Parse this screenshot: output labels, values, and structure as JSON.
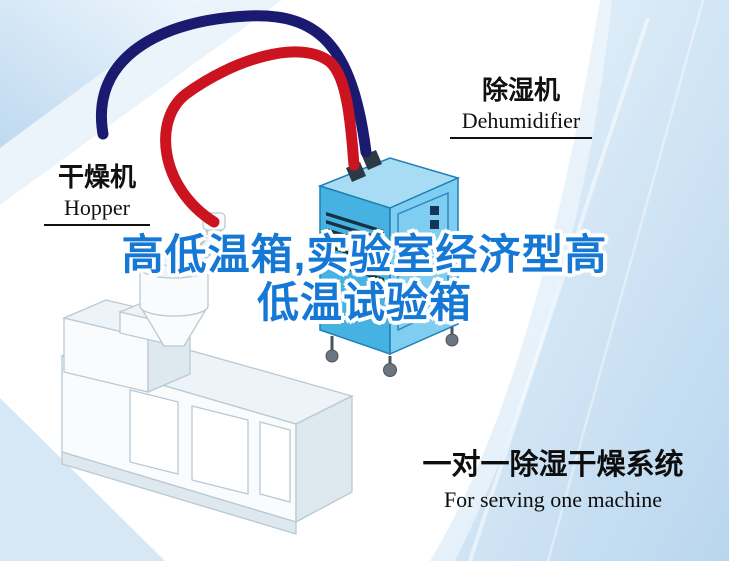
{
  "labels": {
    "hopper": {
      "cn": "干燥机",
      "en": "Hopper"
    },
    "dehumidifier": {
      "cn": "除湿机",
      "en": "Dehumidifier"
    }
  },
  "title": {
    "line1": "高低温箱,实验室经济型高",
    "line2": "低温试验箱"
  },
  "footer": {
    "cn": "一对一除湿干燥系统",
    "en": "For serving one machine"
  },
  "colors": {
    "title_blue": "#1678d5",
    "label_black": "#111111",
    "hose_red": "#cc1420",
    "hose_navy": "#1a1a70",
    "dehu_front": "#45b2e2",
    "dehu_side": "#7fcdf0",
    "dehu_top": "#a8dcf5",
    "dehu_outline": "#1f7fb5",
    "machine_line": "#b9c9d4"
  }
}
